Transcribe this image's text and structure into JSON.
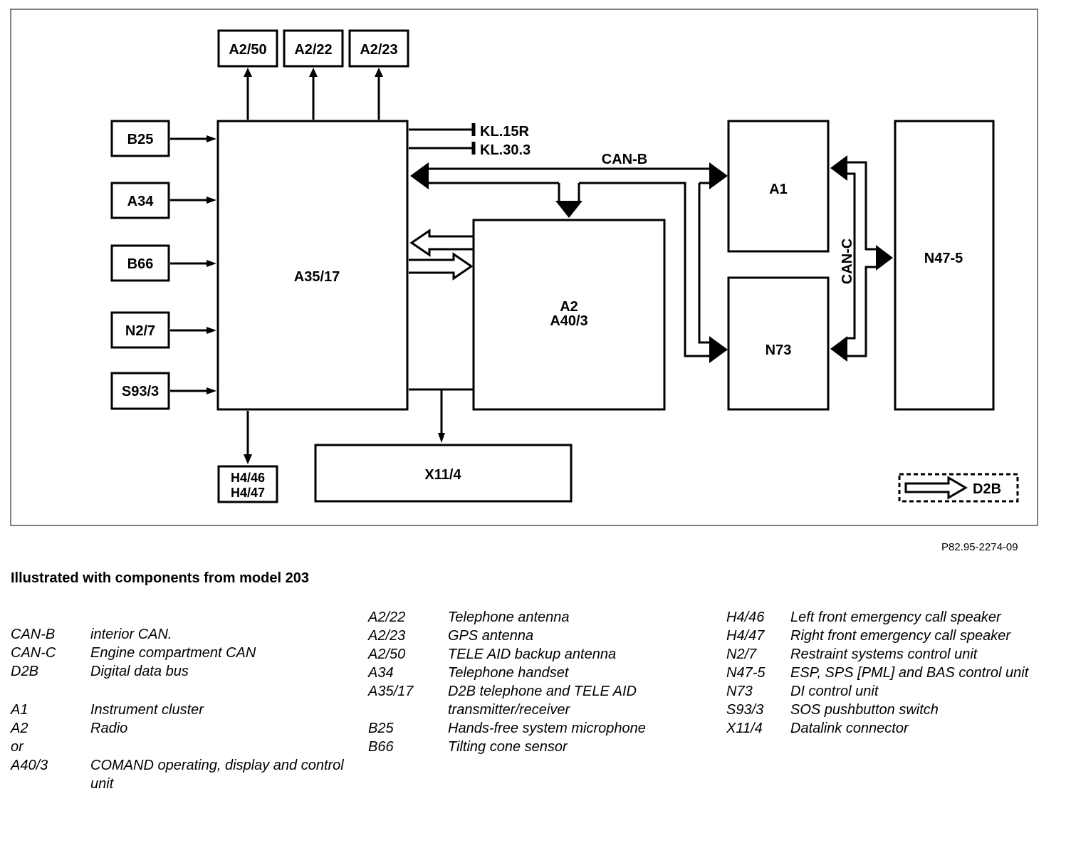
{
  "components": {
    "a2_50": "A2/50",
    "a2_22": "A2/22",
    "a2_23": "A2/23",
    "b25": "B25",
    "a34": "A34",
    "b66": "B66",
    "n2_7": "N2/7",
    "s93_3": "S93/3",
    "a35_17": "A35/17",
    "a2_line1": "A2",
    "a2_line2": "A40/3",
    "a1": "A1",
    "n73": "N73",
    "n47_5": "N47-5",
    "h4_line1": "H4/46",
    "h4_line2": "H4/47",
    "x11_4": "X11/4"
  },
  "signals": {
    "kl15r": "KL.15R",
    "kl30_3": "KL.30.3",
    "can_b": "CAN-B",
    "can_c": "CAN-C",
    "d2b": "D2B"
  },
  "figure_id": "P82.95-2274-09",
  "note": "Illustrated with components from model 203",
  "legend_1": [
    {
      "code": "CAN-B",
      "desc": "interior CAN."
    },
    {
      "code": "CAN-C",
      "desc": "Engine compartment CAN"
    },
    {
      "code": "D2B",
      "desc": "Digital data bus"
    },
    {
      "code": "",
      "desc": ""
    },
    {
      "code": "A1",
      "desc": "Instrument cluster"
    },
    {
      "code": "A2",
      "desc": "Radio"
    },
    {
      "code": "or",
      "desc": ""
    },
    {
      "code": "A40/3",
      "desc": "COMAND operating, display and control unit"
    }
  ],
  "legend_2": [
    {
      "code": "A2/22",
      "desc": "Telephone antenna"
    },
    {
      "code": "A2/23",
      "desc": "GPS antenna"
    },
    {
      "code": "A2/50",
      "desc": "TELE AID backup antenna"
    },
    {
      "code": "A34",
      "desc": "Telephone handset"
    },
    {
      "code": "A35/17",
      "desc": "D2B telephone and TELE AID transmitter/receiver"
    },
    {
      "code": "B25",
      "desc": "Hands-free system microphone"
    },
    {
      "code": "B66",
      "desc": "Tilting cone sensor"
    }
  ],
  "legend_3": [
    {
      "code": "H4/46",
      "desc": "Left front emergency call speaker"
    },
    {
      "code": "H4/47",
      "desc": "Right front emergency call speaker"
    },
    {
      "code": "N2/7",
      "desc": "Restraint systems control unit"
    },
    {
      "code": "N47-5",
      "desc": "ESP, SPS [PML] and BAS control unit"
    },
    {
      "code": "N73",
      "desc": "DI control unit"
    },
    {
      "code": "S93/3",
      "desc": "SOS pushbutton switch"
    },
    {
      "code": "X11/4",
      "desc": "Datalink connector"
    }
  ]
}
